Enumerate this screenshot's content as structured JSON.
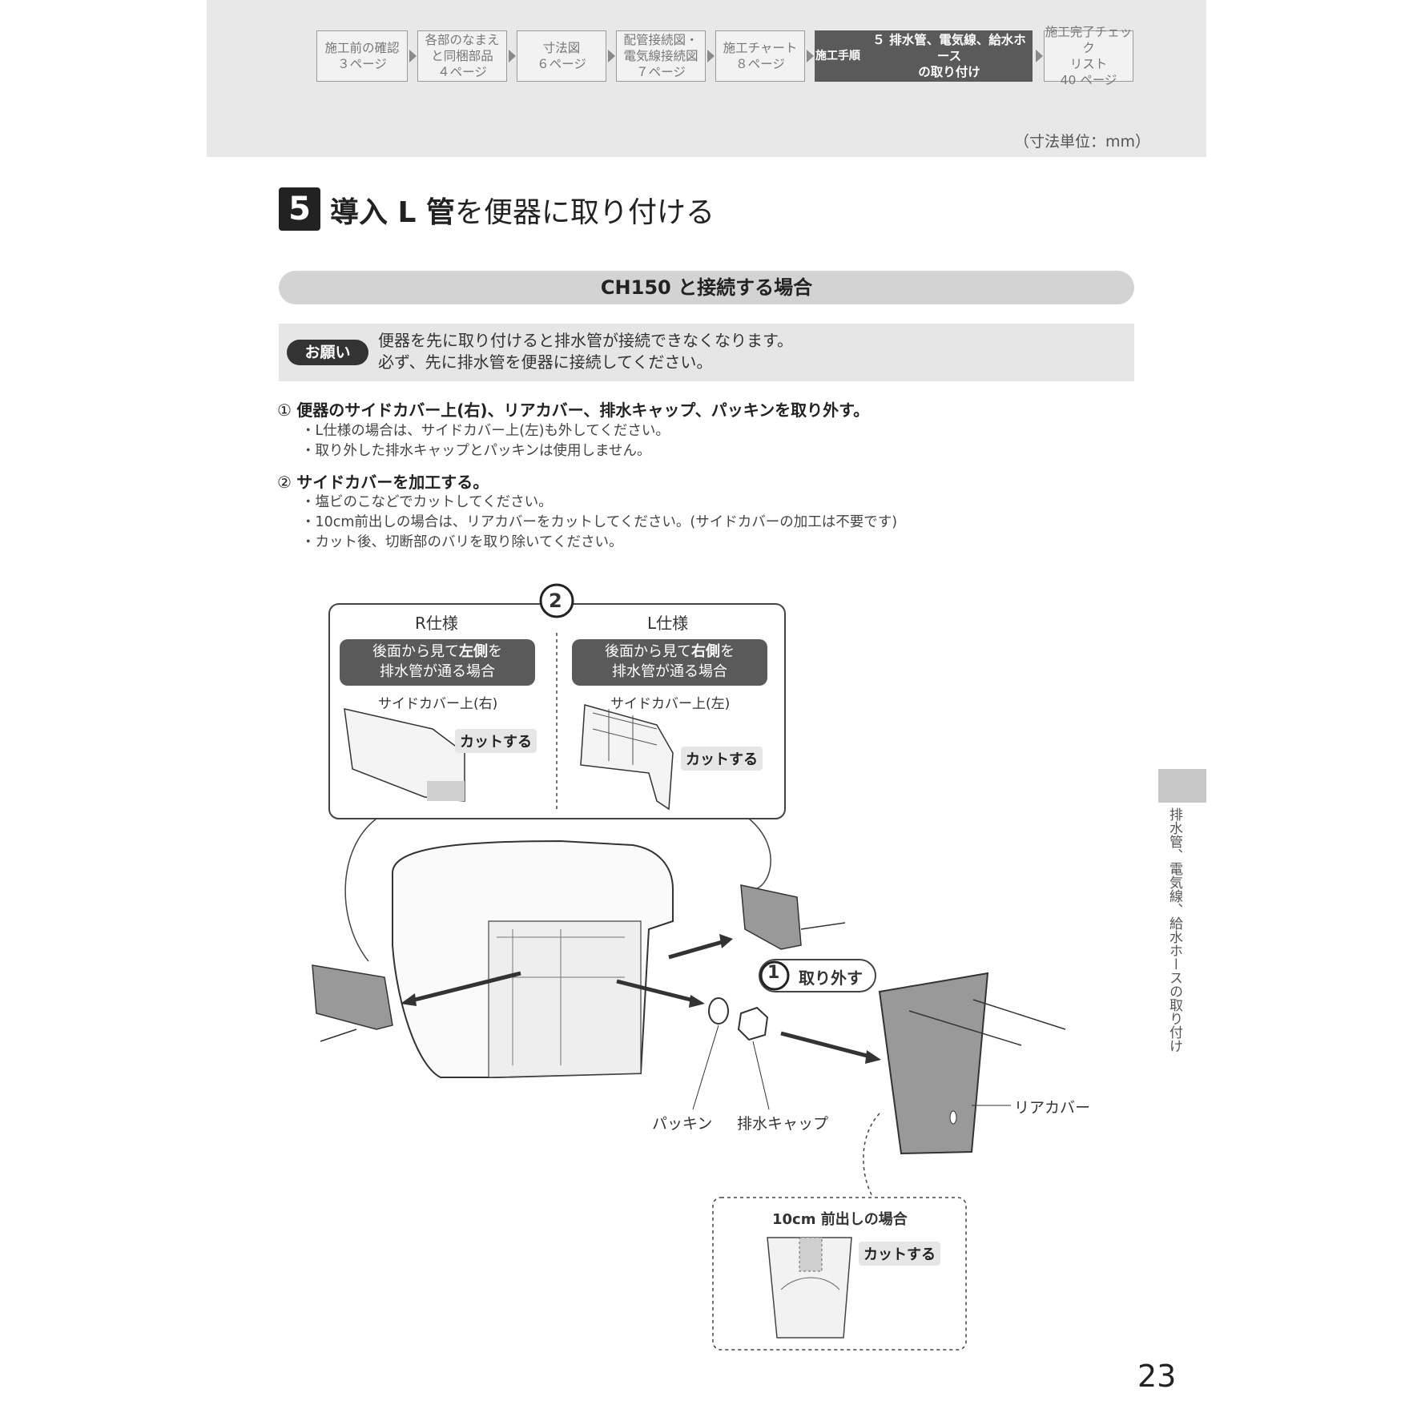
{
  "nav": {
    "items": [
      {
        "label": "施工前の確認\n３ページ"
      },
      {
        "label": "各部のなまえ\nと同梱部品\n４ページ"
      },
      {
        "label": "寸法図\n６ページ"
      },
      {
        "label": "配管接続図・\n電気線接続図\n７ページ"
      },
      {
        "label": "施工チャート\n８ページ"
      },
      {
        "tag": "施工手順",
        "label": "５ 排水管、電気線、給水ホース\nの取り付け"
      },
      {
        "label": "施工完了チェック\nリスト\n40 ページ"
      }
    ]
  },
  "unit_note": "（寸法単位：mm）",
  "step": {
    "number": "5",
    "title_bold1": "導入 L 管",
    "title_rest": "を便器に取り付ける"
  },
  "section_title": "CH150 と接続する場合",
  "notice": {
    "badge": "お願い",
    "line1": "便器を先に取り付けると排水管が接続できなくなります。",
    "line2": "必ず、先に排水管を便器に接続してください。"
  },
  "steps": [
    {
      "num": "①",
      "text": "便器のサイドカバー上(右)、リアカバー、排水キャップ、パッキンを取り外す。",
      "notes": [
        "・L仕様の場合は、サイドカバー上(左)も外してください。",
        "・取り外した排水キャップとパッキンは使用しません。"
      ]
    },
    {
      "num": "②",
      "text": "サイドカバーを加工する。",
      "notes": [
        "・塩ビのこなどでカットしてください。",
        "・10cm前出しの場合は、リアカバーをカットしてください。(サイドカバーの加工は不要です)",
        "・カット後、切断部のバリを取り除いてください。"
      ]
    }
  ],
  "diagram": {
    "callout_num": "2",
    "r_spec": {
      "title": "R仕様",
      "box_a": "後面から見て",
      "box_b": "左側",
      "box_c": "を",
      "box_d": "排水管が通る場合",
      "part": "サイドカバー上(右)",
      "cut": "カットする"
    },
    "l_spec": {
      "title": "L仕様",
      "box_a": "後面から見て",
      "box_b": "右側",
      "box_c": "を",
      "box_d": "排水管が通る場合",
      "part": "サイドカバー上(左)",
      "cut": "カットする"
    },
    "remove_num": "1",
    "remove_label": "取り外す",
    "packing": "パッキン",
    "drain_cap": "排水キャップ",
    "rear_cover": "リアカバー",
    "front10": {
      "title": "10cm 前出しの場合",
      "cut": "カットする"
    }
  },
  "side_tab": "排水管、電気線、給水ホースの取り付け",
  "page_number": "23"
}
